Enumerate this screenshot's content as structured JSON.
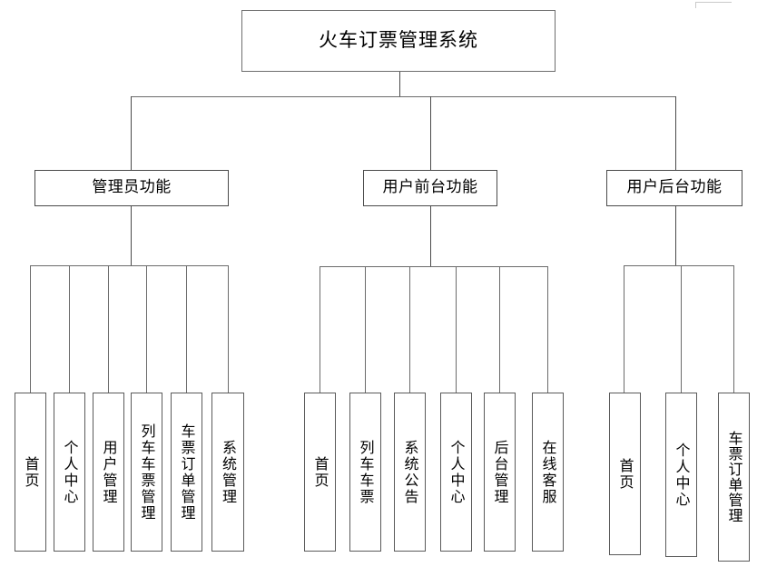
{
  "diagram": {
    "title": "火车订票管理系统",
    "type": "功能结构图",
    "root": {
      "label": "火车订票管理系统"
    },
    "branches": [
      {
        "id": "admin",
        "label": "管理员功能",
        "leaves": [
          {
            "label": "首页"
          },
          {
            "label": "个人中心"
          },
          {
            "label": "用户管理"
          },
          {
            "label": "列车车票管理"
          },
          {
            "label": "车票订单管理"
          },
          {
            "label": "系统管理"
          }
        ]
      },
      {
        "id": "user-front",
        "label": "用户前台功能",
        "leaves": [
          {
            "label": "首页"
          },
          {
            "label": "列车车票"
          },
          {
            "label": "系统公告"
          },
          {
            "label": "个人中心"
          },
          {
            "label": "后台管理"
          },
          {
            "label": "在线客服"
          }
        ]
      },
      {
        "id": "user-back",
        "label": "用户后台功能",
        "leaves": [
          {
            "label": "首页"
          },
          {
            "label": "个人中心"
          },
          {
            "label": "车票订单管理"
          }
        ]
      }
    ],
    "colors": {
      "background": "#ffffff",
      "box_border": "#5a5a5a",
      "connector": "#4a4a4a",
      "text": "#000000"
    }
  }
}
